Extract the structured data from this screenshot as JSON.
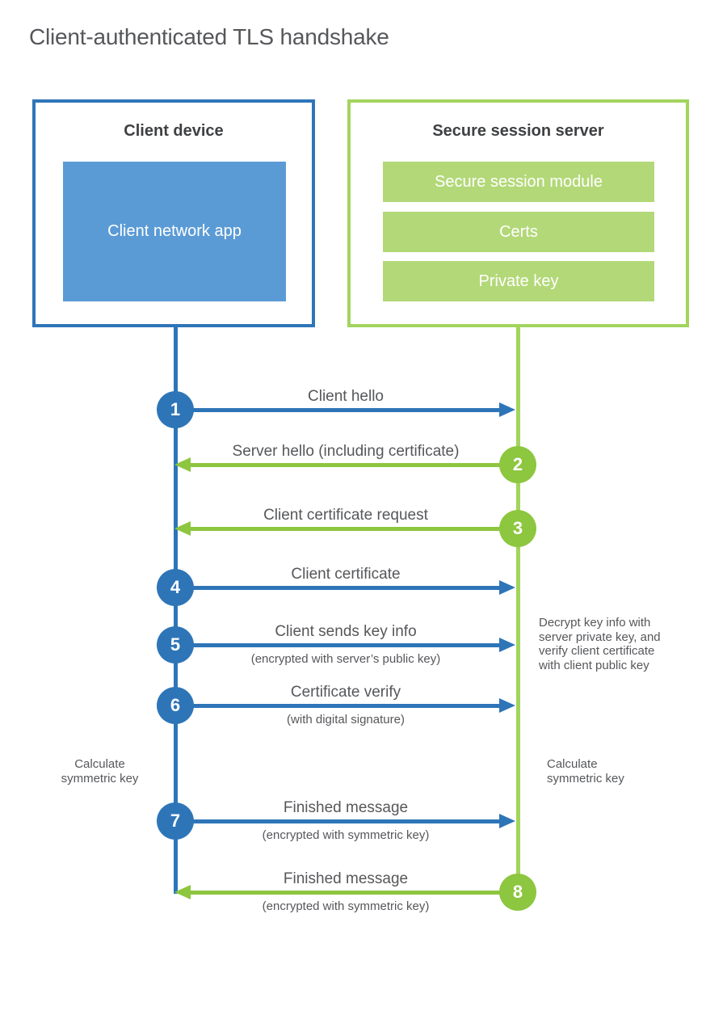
{
  "title": "Client-authenticated TLS handshake",
  "colors": {
    "blue": "#2e75b8",
    "blue_fill": "#5b9bd5",
    "green": "#8dc63f",
    "green_light": "#b3d878",
    "green_border": "#a3d45e",
    "text_dark": "#3f4042",
    "text_gray": "#56575a"
  },
  "client": {
    "title": "Client device",
    "app_label": "Client network app"
  },
  "server": {
    "title": "Secure session server",
    "modules": [
      "Secure session module",
      "Certs",
      "Private key"
    ]
  },
  "messages": [
    {
      "num": "1",
      "from": "client",
      "to": "server",
      "label": "Client hello",
      "sublabel": ""
    },
    {
      "num": "2",
      "from": "server",
      "to": "client",
      "label": "Server hello (including certificate)",
      "sublabel": ""
    },
    {
      "num": "3",
      "from": "server",
      "to": "client",
      "label": "Client certificate request",
      "sublabel": ""
    },
    {
      "num": "4",
      "from": "client",
      "to": "server",
      "label": "Client certificate",
      "sublabel": ""
    },
    {
      "num": "5",
      "from": "client",
      "to": "server",
      "label": "Client sends key info",
      "sublabel": "(encrypted with server’s public key)"
    },
    {
      "num": "6",
      "from": "client",
      "to": "server",
      "label": "Certificate verify",
      "sublabel": "(with digital signature)"
    },
    {
      "num": "7",
      "from": "client",
      "to": "server",
      "label": "Finished message",
      "sublabel": "(encrypted with symmetric key)"
    },
    {
      "num": "8",
      "from": "server",
      "to": "client",
      "label": "Finished message",
      "sublabel": "(encrypted with symmetric key)"
    }
  ],
  "annotations": {
    "decrypt_note": "Decrypt key info with server private key, and verify client certificate with client public key",
    "calculate_left": "Calculate symmetric key",
    "calculate_right": "Calculate symmetric key"
  }
}
